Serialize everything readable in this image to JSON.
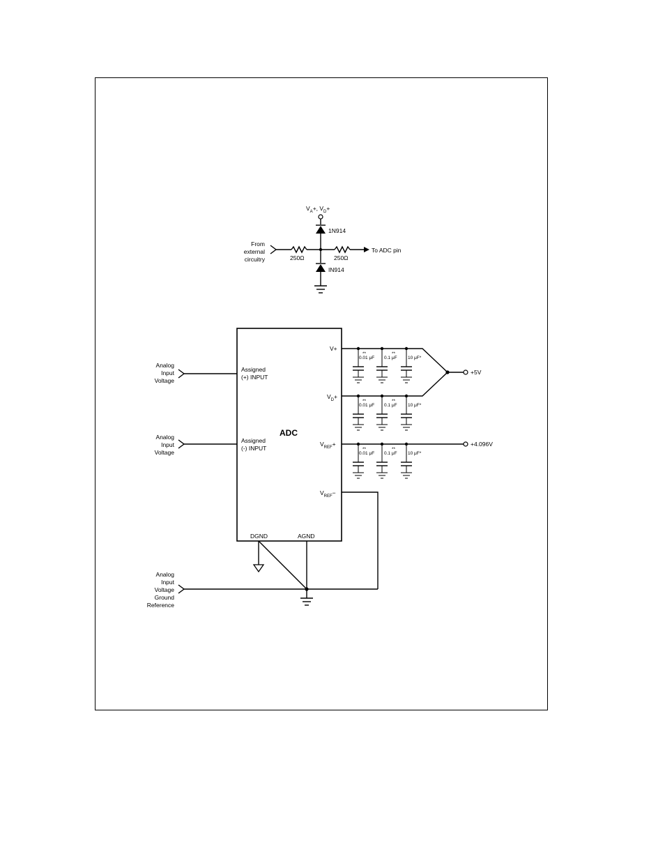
{
  "protection_circuit": {
    "supply_label": "V",
    "supply_sub_a": "A",
    "supply_mid": "+, V",
    "supply_sub_d": "D",
    "supply_end": "+",
    "diode_top": "1N914",
    "diode_bottom": "IN914",
    "input_line1": "From",
    "input_line2": "external",
    "input_line3": "circuitry",
    "resistor_left": "250Ω",
    "resistor_right": "250Ω",
    "output_label": "To ADC pin"
  },
  "adc_circuit": {
    "chip_label": "ADC",
    "pin_pos_line1": "Assigned",
    "pin_pos_line2": "(+) INPUT",
    "pin_neg_line1": "Assigned",
    "pin_neg_line2": "(-) INPUT",
    "pin_vplus": "V+",
    "pin_vd": "V",
    "pin_vd_sub": "D",
    "pin_vd_end": "+",
    "pin_vref_plus": "V",
    "pin_vref_plus_sub": "REF",
    "pin_vref_plus_end": "+",
    "pin_vref_minus": "V",
    "pin_vref_minus_sub": "REF",
    "pin_vref_minus_end": "−",
    "pin_dgnd": "DGND",
    "pin_agnd": "AGND",
    "input_pos": [
      "Analog",
      "Input",
      "Voltage"
    ],
    "input_neg": [
      "Analog",
      "Input",
      "Voltage"
    ],
    "input_ref": [
      "Analog",
      "Input",
      "Voltage",
      "Ground",
      "Reference"
    ],
    "cap_marker": "**",
    "cap_1": "0.01 μF",
    "cap_2": "0.1 μF",
    "cap_3": "10 μF*",
    "supply_5v": "+5V",
    "supply_ref": "+4.096V"
  }
}
